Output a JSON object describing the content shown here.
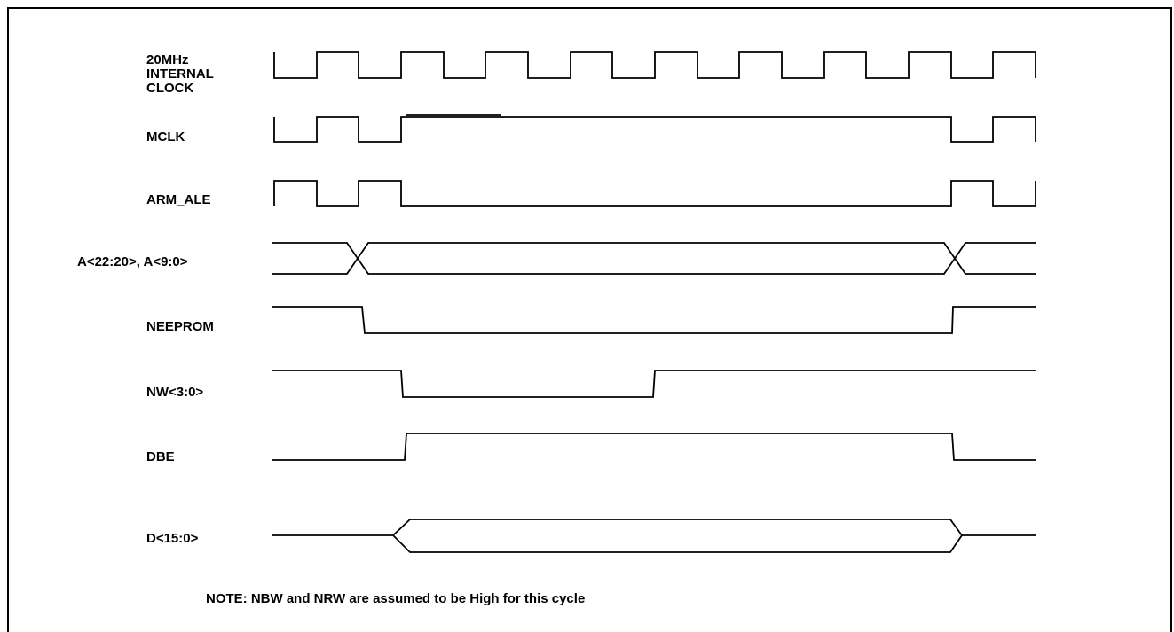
{
  "diagram": {
    "signals": {
      "clock": {
        "label_lines": [
          "20MHz",
          "INTERNAL",
          "CLOCK"
        ]
      },
      "mclk": {
        "label": "MCLK"
      },
      "arm_ale": {
        "label": "ARM_ALE"
      },
      "address": {
        "label": "A<22:20>, A<9:0>"
      },
      "neeprom": {
        "label": "NEEPROM"
      },
      "nw": {
        "label": "NW<3:0>"
      },
      "dbe": {
        "label": "DBE"
      },
      "data": {
        "label": "D<15:0>"
      }
    },
    "note": "NOTE:  NBW and NRW are assumed to be High for this cycle"
  }
}
